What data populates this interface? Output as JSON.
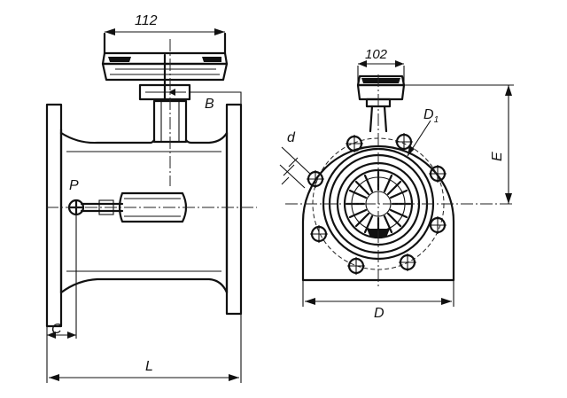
{
  "dimensions": {
    "width_top_left": "112",
    "width_top_right": "102",
    "L": "L",
    "D": "D",
    "E": "E",
    "C": "C",
    "B": "B",
    "P": "P",
    "d": "d",
    "D1_main": "D",
    "D1_sub": "1"
  }
}
